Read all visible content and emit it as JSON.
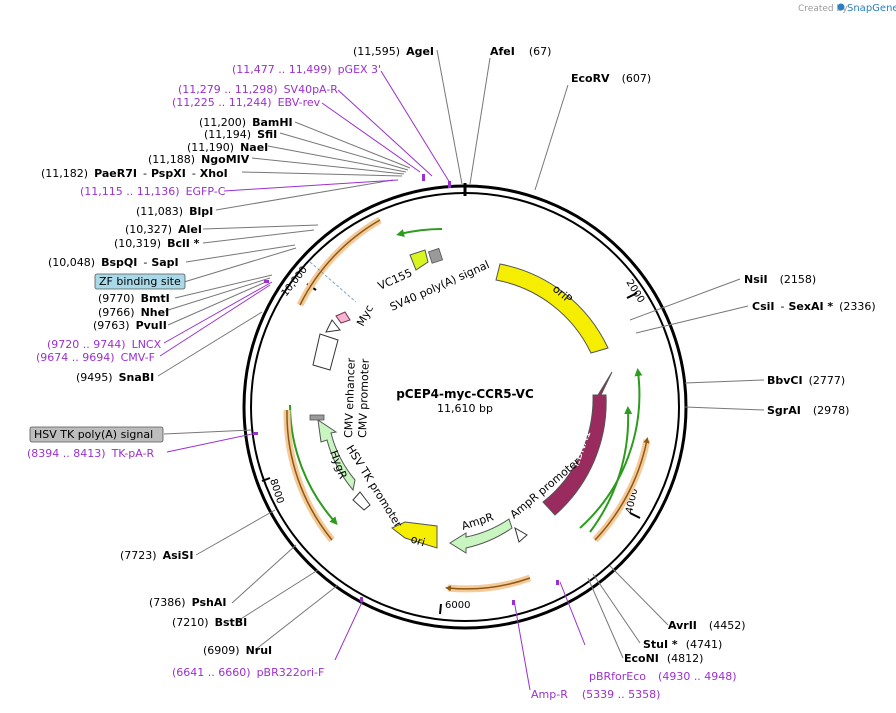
{
  "credit": {
    "prefix": "Created by",
    "brand": "SnapGene"
  },
  "plasmid": {
    "name": "pCEP4-myc-CCR5-VC",
    "length": "11,610 bp"
  },
  "enzymes": [
    {
      "pos": "(11,595)",
      "name": "AgeI"
    },
    {
      "name": "AfeI",
      "pos": "(67)"
    },
    {
      "name": "EcoRV",
      "pos": "(607)"
    },
    {
      "name": "NsiI",
      "pos": "(2158)"
    },
    {
      "name": "CsiI",
      "pos": "(2336)",
      "sep": "-",
      "name2": "SexAI *"
    },
    {
      "name": "BbvCI",
      "pos": "(2777)"
    },
    {
      "name": "SgrAI",
      "pos": "(2978)"
    },
    {
      "name": "AvrII",
      "pos": "(4452)"
    },
    {
      "name": "StuI *",
      "pos": "(4741)"
    },
    {
      "name": "EcoNI",
      "pos": "(4812)"
    },
    {
      "pos": "(11,200)",
      "name": "BamHI"
    },
    {
      "pos": "(11,194)",
      "name": "SfiI"
    },
    {
      "pos": "(11,190)",
      "name": "NaeI"
    },
    {
      "pos": "(11,188)",
      "name": "NgoMIV"
    },
    {
      "pos": "(11,182)",
      "name": "PaeR7I",
      "sep1": "-",
      "name2": "PspXI",
      "sep2": "-",
      "name3": "XhoI"
    },
    {
      "pos": "(11,083)",
      "name": "BlpI"
    },
    {
      "pos": "(10,327)",
      "name": "AleI"
    },
    {
      "pos": "(10,319)",
      "name": "BclI *"
    },
    {
      "pos": "(10,048)",
      "name": "BspQI",
      "sep": "-",
      "name2": "SapI"
    },
    {
      "pos": "(9770)",
      "name": "BmtI"
    },
    {
      "pos": "(9766)",
      "name": "NheI"
    },
    {
      "pos": "(9763)",
      "name": "PvuII"
    },
    {
      "pos": "(9495)",
      "name": "SnaBI"
    },
    {
      "pos": "(7723)",
      "name": "AsiSI"
    },
    {
      "pos": "(7386)",
      "name": "PshAI"
    },
    {
      "pos": "(7210)",
      "name": "BstBI"
    },
    {
      "pos": "(6909)",
      "name": "NruI"
    }
  ],
  "primers": [
    {
      "range": "(11,477 .. 11,499)",
      "name": "pGEX 3'"
    },
    {
      "range": "(11,279 .. 11,298)",
      "name": "SV40pA-R"
    },
    {
      "range": "(11,225 .. 11,244)",
      "name": "EBV-rev"
    },
    {
      "range": "(11,115 .. 11,136)",
      "name": "EGFP-C"
    },
    {
      "range": "(9720 .. 9744)",
      "name": "LNCX"
    },
    {
      "range": "(9674 .. 9694)",
      "name": "CMV-F"
    },
    {
      "range": "(8394 .. 8413)",
      "name": "TK-pA-R"
    },
    {
      "range": "(6641 .. 6660)",
      "name": "pBR322ori-F"
    },
    {
      "name": "pBRforEco",
      "range": "(4930 .. 4948)"
    },
    {
      "name": "Amp-R",
      "range": "(5339 .. 5358)"
    }
  ],
  "boxed_features": {
    "zf": "ZF binding site",
    "hsv_tk_polya": "HSV TK poly(A) signal"
  },
  "features": {
    "oriP": "oriP",
    "EBNA1": "EBNA1",
    "ampr_promoter": "AmpR promoter",
    "AmpR": "AmpR",
    "ori": "ori",
    "HygR": "HygR",
    "hsv_tk_promoter": "HSV TK promoter",
    "cmv_enhancer": "CMV enhancer",
    "cmv_promoter": "CMV promoter",
    "myc": "Myc",
    "vc155": "VC155",
    "sv40_polya": "SV40 poly(A) signal"
  },
  "ticks": [
    "2000",
    "4000",
    "6000",
    "8000",
    "10,000"
  ],
  "colors": {
    "oriP": "#f5ee00",
    "EBNA1": "#992b5e",
    "AmpR": "#c8f5c0",
    "HygR": "#c8f5c0",
    "ori": "#f5ee00",
    "primer": "#9b30d0",
    "orf_outer": "#f6c99a",
    "orf_arrow_green": "#2c9b1e",
    "orf_arrow_brown": "#8a5a10",
    "zf_box": "#a9d8e8",
    "polya_box": "#bdbdbd"
  }
}
